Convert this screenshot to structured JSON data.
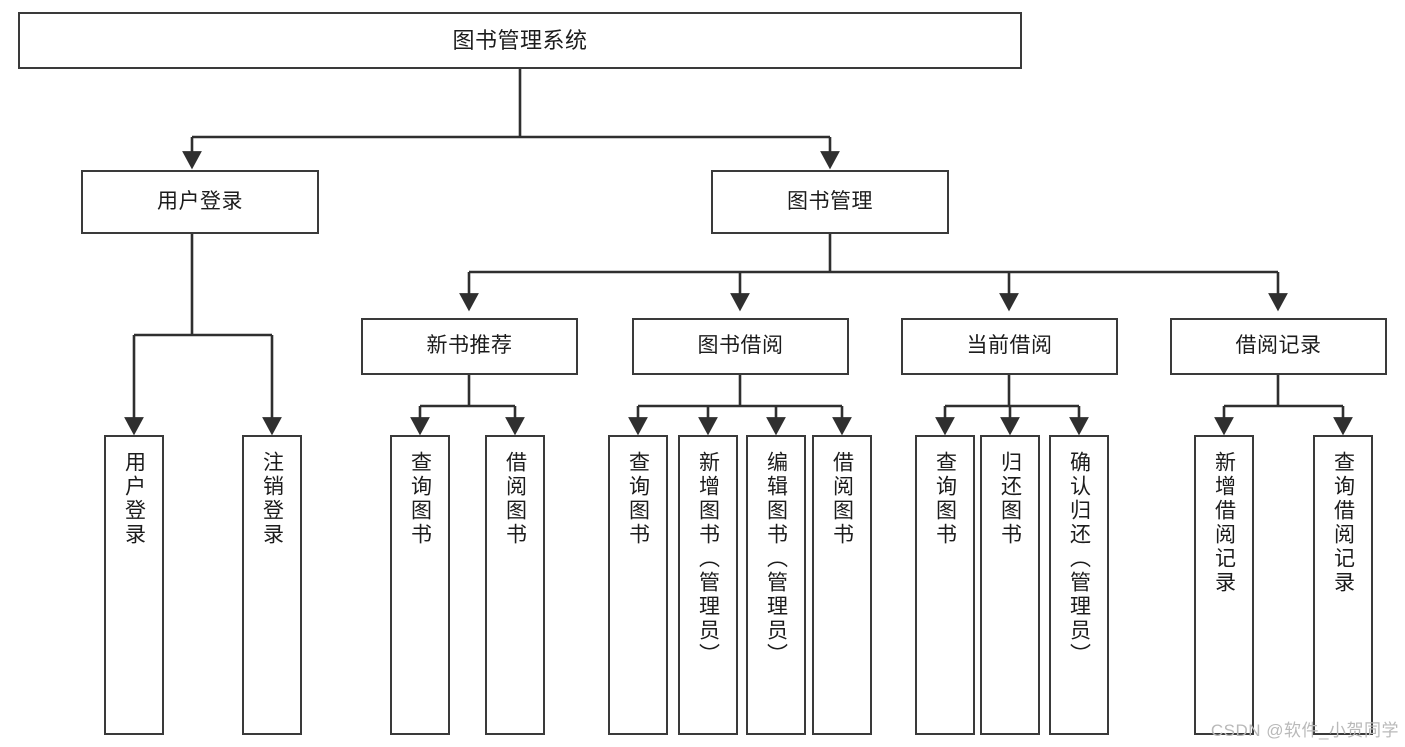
{
  "diagram": {
    "title": "图书管理系统",
    "type": "tree-hierarchy-diagram",
    "watermark": "CSDN @软件_小贺同学",
    "colors": {
      "box_border": "#3a3a3a",
      "box_fill": "#ffffff",
      "connector": "#2f2f2f",
      "text": "#1c1c1c",
      "watermark": "#b9b9b9"
    },
    "root": {
      "label": "图书管理系统"
    },
    "level2": [
      {
        "label": "用户登录"
      },
      {
        "label": "图书管理"
      }
    ],
    "level3": [
      {
        "label": "新书推荐"
      },
      {
        "label": "图书借阅"
      },
      {
        "label": "当前借阅"
      },
      {
        "label": "借阅记录"
      }
    ],
    "leaves": {
      "user_login": [
        {
          "label": "用户登录"
        },
        {
          "label": "注销登录"
        }
      ],
      "new_book": [
        {
          "label": "查询图书"
        },
        {
          "label": "借阅图书"
        }
      ],
      "book_borrow": [
        {
          "label": "查询图书"
        },
        {
          "label": "新增图书（管理员）"
        },
        {
          "label": "编辑图书（管理员）"
        },
        {
          "label": "借阅图书"
        }
      ],
      "current_borrow": [
        {
          "label": "查询图书"
        },
        {
          "label": "归还图书"
        },
        {
          "label": "确认归还（管理员）"
        }
      ],
      "borrow_record": [
        {
          "label": "新增借阅记录"
        },
        {
          "label": "查询借阅记录"
        }
      ]
    }
  }
}
